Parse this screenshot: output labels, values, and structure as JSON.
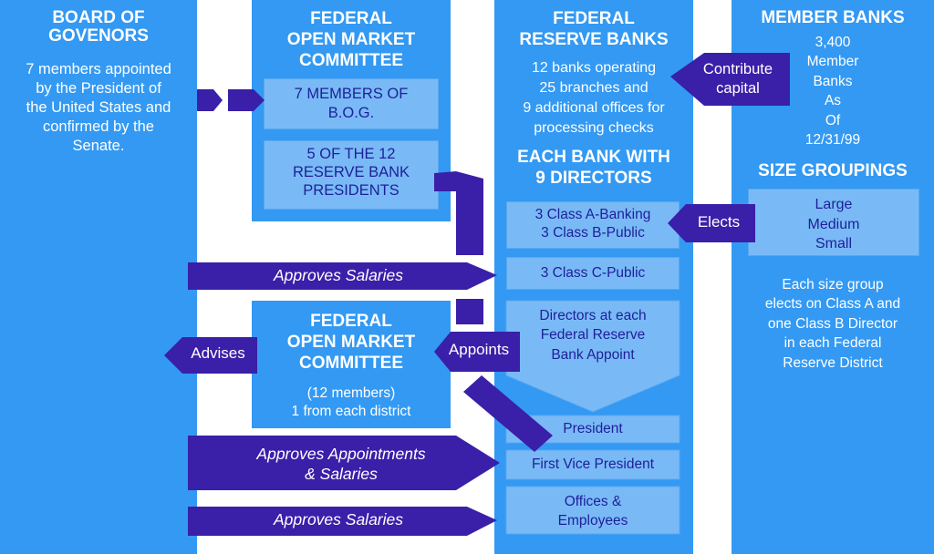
{
  "colors": {
    "background": "#ffffff",
    "column": "#3399f3",
    "inner_box": "#79baf6",
    "inner_text": "#1f1f99",
    "arrow": "#3a1fa8"
  },
  "board": {
    "title": "BOARD OF\nGOVENORS",
    "text": "7 members appointed\nby the President of\nthe United States and\nconfirmed by the\nSenate."
  },
  "fomc_top": {
    "title": "FEDERAL\nOPEN MARKET\nCOMMITTEE",
    "box1": "7 MEMBERS OF\nB.O.G.",
    "box2": "5 OF THE 12\nRESERVE BANK\nPRESIDENTS"
  },
  "fomc_bottom": {
    "title": "FEDERAL\nOPEN MARKET\nCOMMITTEE",
    "text": "(12 members)\n1 from each district"
  },
  "reserve_banks": {
    "title": "FEDERAL\nRESERVE BANKS",
    "text": "12 banks operating\n25 branches and\n9 additional offices for\nprocessing checks",
    "directors_title": "EACH BANK WITH\n9 DIRECTORS",
    "class_ab": "3 Class A-Banking\n3 Class B-Public",
    "class_c": "3 Class C-Public",
    "appoint_text": "Directors at each\nFederal Reserve\nBank Appoint",
    "president": "President",
    "first_vp": "First Vice President",
    "offices": "Offices &\nEmployees"
  },
  "member_banks": {
    "title": "MEMBER BANKS",
    "count_text": "3,400\nMember\nBanks\nAs\nOf\n12/31/99",
    "size_title": "SIZE GROUPINGS",
    "sizes": "Large\nMedium\nSmall",
    "elect_text": "Each size group\nelects on Class A and\none Class B Director\nin each Federal\nReserve District"
  },
  "arrows": {
    "approves_salaries_1": "Approves Salaries",
    "approves_appointments": "Approves Appointments\n& Salaries",
    "approves_salaries_2": "Approves Salaries",
    "contribute": "Contribute\ncapital",
    "elects": "Elects",
    "advises": "Advises",
    "appoints": "Appoints"
  }
}
